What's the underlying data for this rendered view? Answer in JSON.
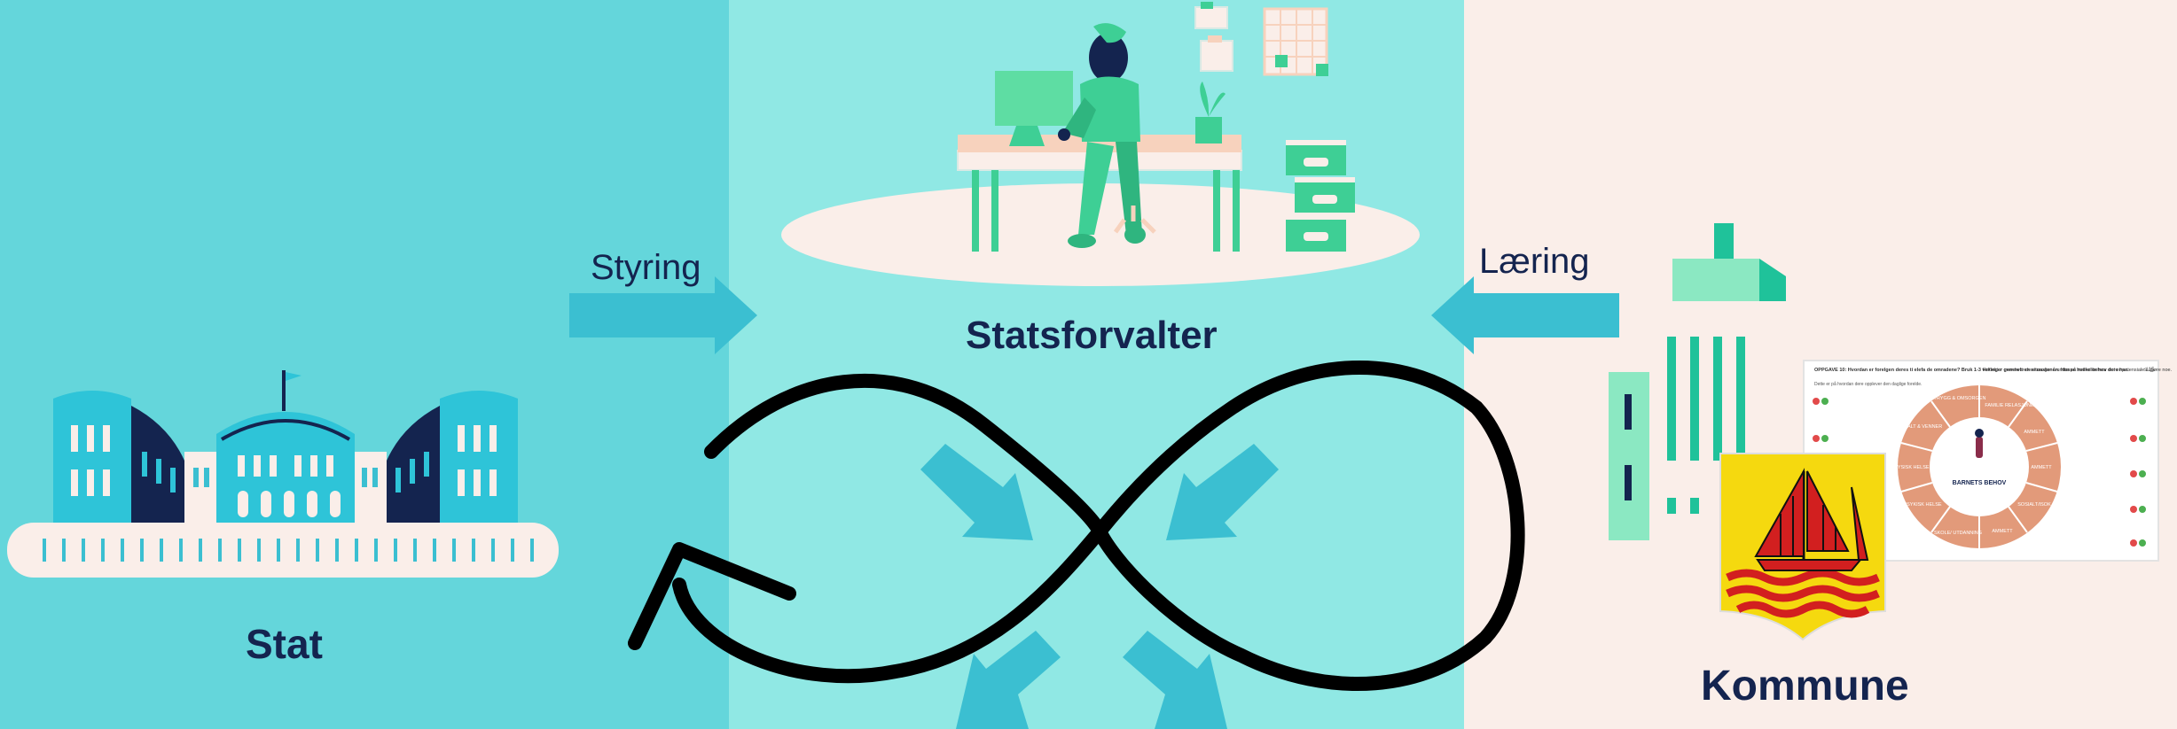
{
  "colors": {
    "left_panel": "#64d6db",
    "middle_panel": "#90e8e4",
    "right_panel": "#faeee9",
    "arrow": "#3bbfd1",
    "dark_text": "#14244f",
    "loop": "#000000"
  },
  "labels": {
    "stat": "Stat",
    "statsforvalter": "Statsforvalter",
    "kommune": "Kommune",
    "styring": "Styring",
    "laering": "Læring"
  },
  "icons": {
    "parliament": "stortinget-building-icon",
    "office_worker": "office-desk-worker-icon",
    "city_building": "office-tower-icon",
    "coat_of_arms": "municipal-coat-of-arms-icon",
    "worksheet": "barnets-behov-worksheet-icon",
    "loop": "infinity-loop-icon"
  },
  "worksheet": {
    "header_left": "OPPGAVE 10: Hvordan er forelgen deres ti elefa de omradene? Bruk 1-3 vekinger generelt en situasjonen. Husse hvilke behov dere har.",
    "header_right": "Reflekter over hvor dere ønsker å endre på noe eller hvor det er potensiale å gjøre noe.",
    "page_no": "s.15",
    "side_note": "Dette er på hvordan dere opplever den daglige forelde.",
    "center_title": "BARNETS BEHOV",
    "segments": [
      "TRYGG & OMSORGEN",
      "FAMILIE RELASJONER",
      "AMMETT",
      "AMMETT",
      "SOSIALT & VENNER",
      "FYSISK HELSE",
      "PSYKISK HELSE",
      "SKOLE/ UTDANNING",
      "AMMETT",
      "SOSIALT/ISOK"
    ]
  }
}
